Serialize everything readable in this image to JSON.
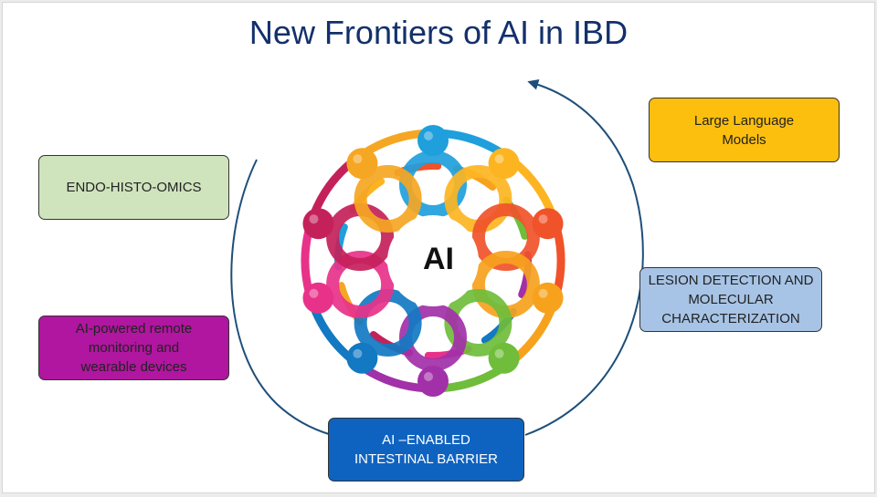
{
  "title": "New Frontiers of AI in IBD",
  "center_label": "AI",
  "boxes": {
    "llm": {
      "text": "Large Language Models",
      "color": "#fcbf0e"
    },
    "endo": {
      "text": "ENDO-HISTO-OMICS",
      "color": "#cfe4bd"
    },
    "lesion": {
      "text": "LESION DETECTION AND MOLECULAR CHARACTERIZATION",
      "color": "#a7c4e6"
    },
    "remote": {
      "text": "AI-powered remote monitoring and wearable devices",
      "color": "#b0169f"
    },
    "barrier": {
      "text": "AI –ENABLED INTESTINAL BARRIER",
      "color": "#0f63c0"
    }
  },
  "colors": {
    "title": "#13306b",
    "arrow": "#1d4f7a"
  },
  "figure_colors": [
    "#1f9fdc",
    "#fcb521",
    "#f0522a",
    "#f6a21d",
    "#6fbd3b",
    "#a230a8",
    "#1279c2",
    "#e8328a",
    "#c4215a",
    "#f5a623"
  ]
}
